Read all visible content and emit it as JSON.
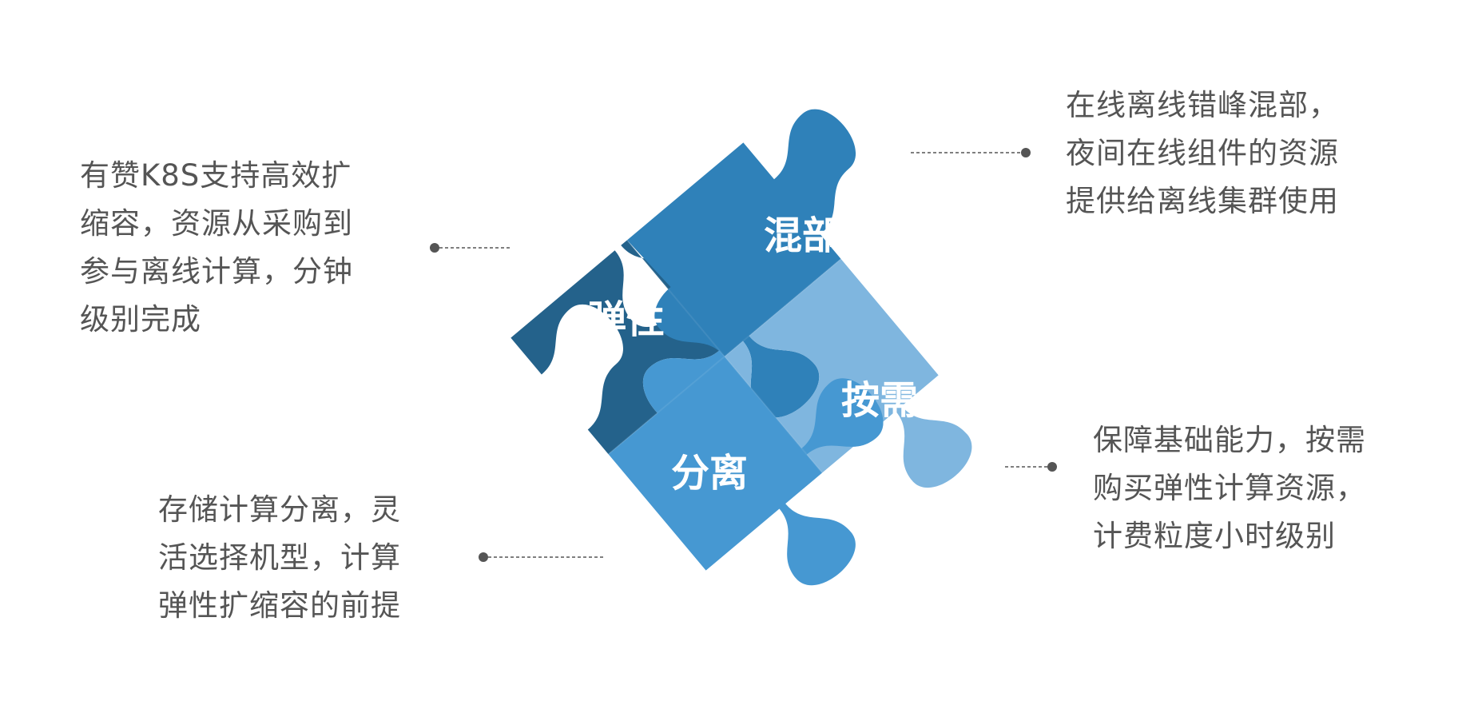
{
  "pieces": {
    "elastic": {
      "label": "弹性",
      "color": "#24628b"
    },
    "mixed": {
      "label": "混部",
      "color": "#2f81b9"
    },
    "ondemand": {
      "label": "按需",
      "color": "#7fb6df"
    },
    "separation": {
      "label": "分离",
      "color": "#4698d2"
    }
  },
  "callouts": {
    "elastic": {
      "lines": [
        "有赞K8S支持高效扩",
        "缩容，资源从采购到",
        "参与离线计算，分钟",
        "级别完成"
      ]
    },
    "mixed": {
      "lines": [
        "在线离线错峰混部，",
        "夜间在线组件的资源",
        "提供给离线集群使用"
      ]
    },
    "separation": {
      "lines": [
        "存储计算分离，灵",
        "活选择机型，计算",
        "弹性扩缩容的前提"
      ]
    },
    "ondemand": {
      "lines": [
        "保障基础能力，按需",
        "购买弹性计算资源，",
        "计费粒度小时级别"
      ]
    }
  },
  "colors": {
    "text": "#555555",
    "connector": "#555555"
  }
}
